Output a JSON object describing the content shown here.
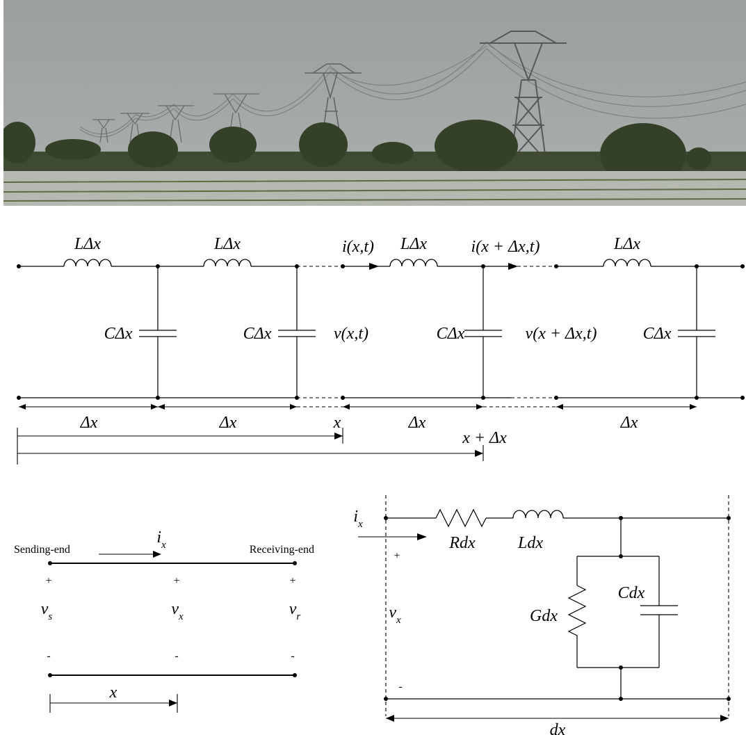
{
  "photo": {
    "subject": "transmission-towers-landscape"
  },
  "ladder": {
    "inductor_label": "LΔx",
    "capacitor_label": "CΔx",
    "current_left": "i(x,t)",
    "current_right": "i(x + Δx,t)",
    "voltage_left": "v(x,t)",
    "voltage_right": "v(x + Δx,t)",
    "dx_label": "Δx",
    "x_label": "x",
    "x_plus_dx_label": "x + Δx"
  },
  "lumped": {
    "sending_end": "Sending-end",
    "receiving_end": "Receiving-end",
    "current": "ix",
    "plus": "+",
    "minus": "-",
    "vs": "vs",
    "vx": "vx",
    "vr": "vr",
    "x_label": "x"
  },
  "segment": {
    "current": "ix",
    "resistor": "Rdx",
    "inductor": "Ldx",
    "conductance": "Gdx",
    "capacitor": "Cdx",
    "voltage": "vx",
    "plus": "+",
    "minus": "-",
    "length": "dx"
  },
  "colors": {
    "sky": "#9fa5a3",
    "tower": "#5b5f63",
    "trees": "#2f3a23",
    "water": "#b8bcb6"
  }
}
